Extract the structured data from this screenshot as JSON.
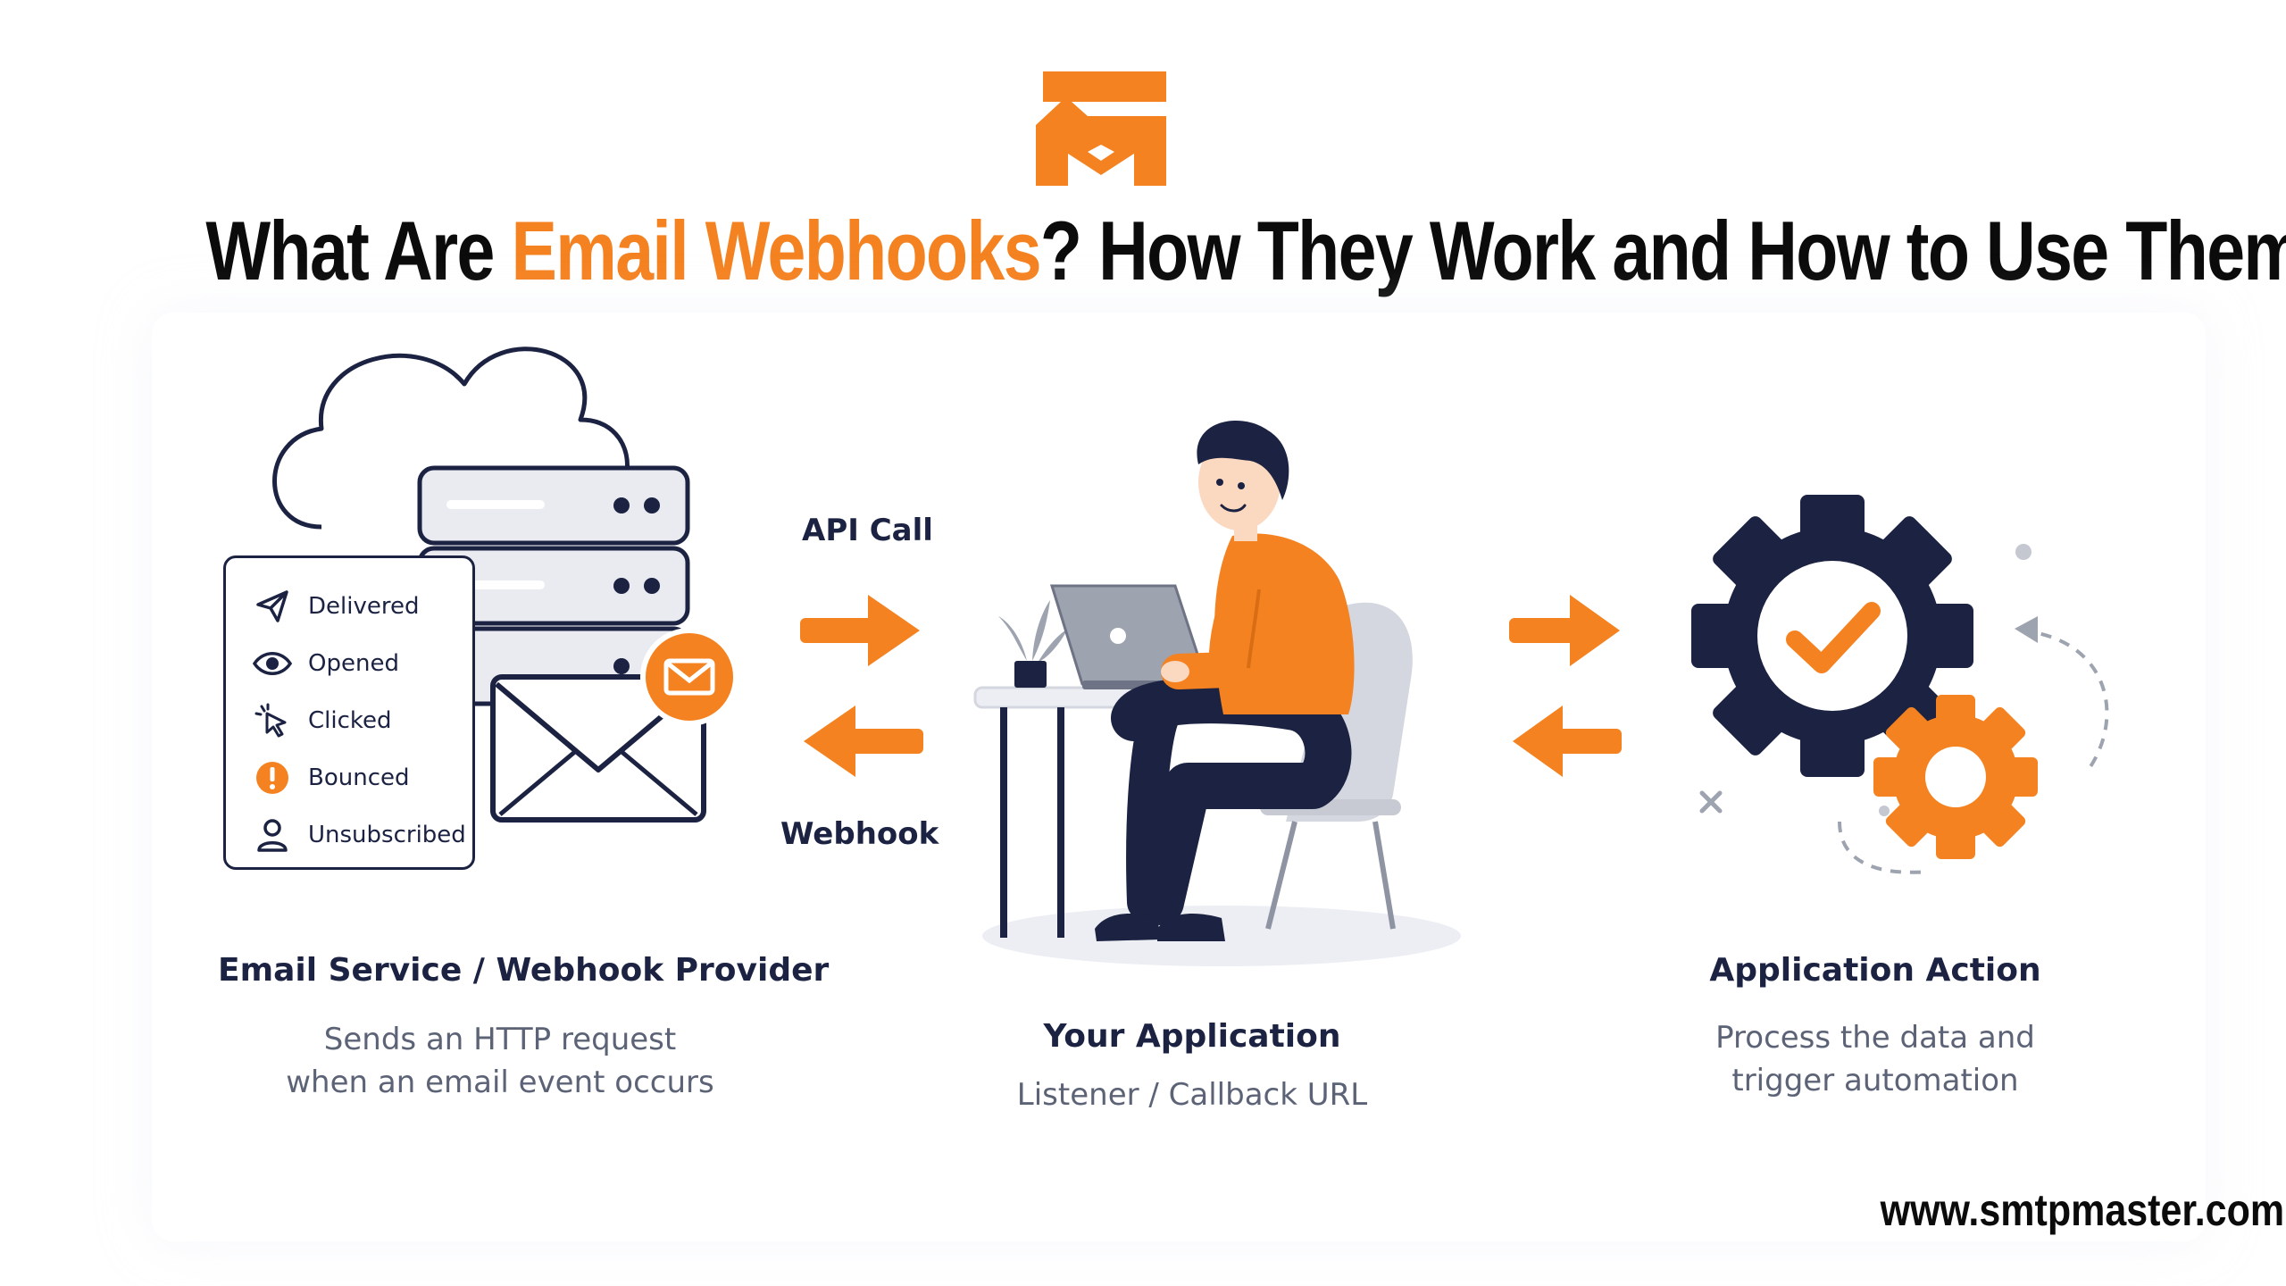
{
  "header": {
    "title_prefix": "What Are ",
    "title_highlight": "Email Webhooks",
    "title_suffix": "? How They Work and How to Use Them"
  },
  "diagram": {
    "events": [
      {
        "label": "Delivered",
        "icon": "send-icon"
      },
      {
        "label": "Opened",
        "icon": "eye-icon"
      },
      {
        "label": "Clicked",
        "icon": "cursor-click-icon"
      },
      {
        "label": "Bounced",
        "icon": "alert-icon"
      },
      {
        "label": "Unsubscribed",
        "icon": "user-icon"
      }
    ],
    "api_call_label": "API Call",
    "webhook_label": "Webhook",
    "provider": {
      "title": "Email Service / Webhook Provider",
      "desc_line1": "Sends an HTTP request",
      "desc_line2": "when an email event occurs"
    },
    "application": {
      "title": "Your Application",
      "desc": "Listener / Callback URL"
    },
    "action": {
      "title": "Application Action",
      "desc_line1": "Process the data and",
      "desc_line2": "trigger automation"
    }
  },
  "footer": {
    "website": "www.smtpmaster.com"
  },
  "colors": {
    "accent": "#f58220",
    "navy": "#1b2242",
    "text_gray": "#5c6376",
    "light_gray": "#d9dce3"
  }
}
